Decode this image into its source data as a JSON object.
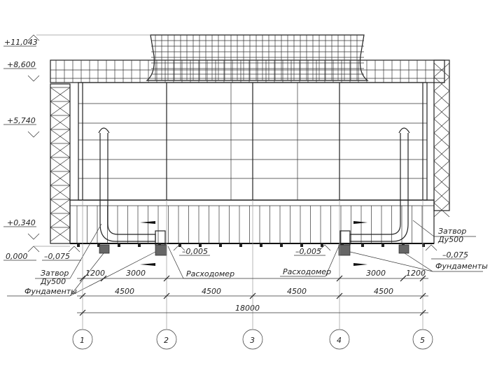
{
  "elevations": {
    "top": "+11,043",
    "roof": "+8,600",
    "mid": "+5,740",
    "basin": "+0,340",
    "ground": "0,000",
    "left_found": "–0,075",
    "right_found": "–0,075",
    "left_inner": "–0,005",
    "right_inner": "–0,005"
  },
  "labels": {
    "valve_left_1": "Затвор",
    "valve_left_2": "Ду500",
    "valve_right_1": "Затвор",
    "valve_right_2": "Ду500",
    "flowmeter_left": "Расходомер",
    "flowmeter_right": "Расходомер",
    "foundations_left": "Фундаменты",
    "foundations_right": "Фундаменты"
  },
  "dimensions": {
    "left_1200": "1200",
    "left_3000": "3000",
    "right_3000": "3000",
    "right_1200": "1200",
    "bay_1": "4500",
    "bay_2": "4500",
    "bay_3": "4500",
    "bay_4": "4500",
    "total": "18000"
  },
  "axes": [
    "1",
    "2",
    "3",
    "4",
    "5"
  ]
}
